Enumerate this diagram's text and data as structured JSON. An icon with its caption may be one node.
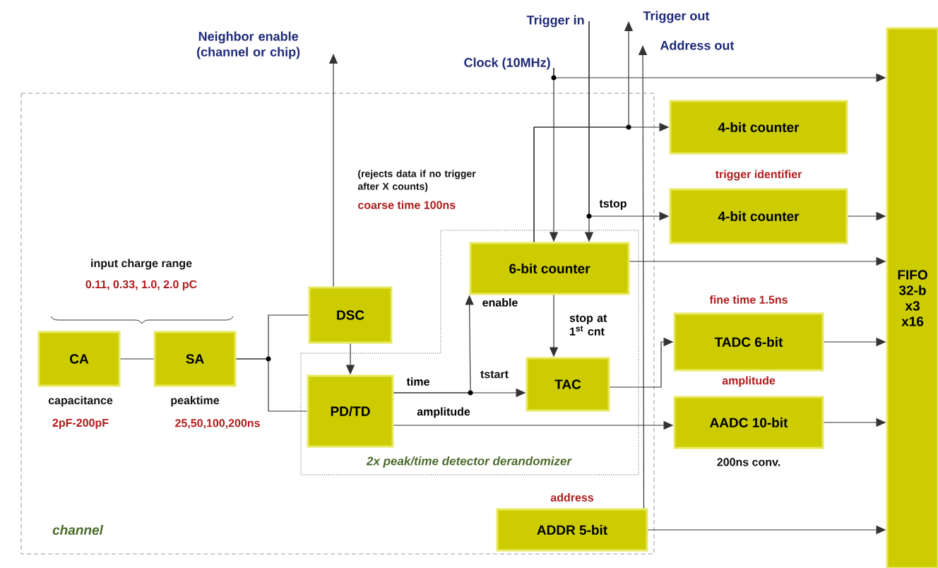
{
  "diagram": {
    "nodes": [
      {
        "text": [
          "Neighbor enable (channel or chip)"
        ]
      },
      {
        "text": [
          "Trigger in"
        ]
      },
      {
        "text": [
          "Trigger out"
        ]
      },
      {
        "text": [
          "Address out"
        ]
      },
      {
        "text": [
          "Clock (10MHz)"
        ]
      },
      {
        "text": [
          "channel"
        ]
      },
      {
        "text": [
          "2x peak/time detector derandomizer"
        ],
        "in": 5
      },
      {
        "text": [
          "4-bit counter"
        ]
      },
      {
        "text": [
          "FIFO 32-b x3 x16"
        ]
      },
      {
        "text": [
          "4-bit counter"
        ],
        "beside": [
          "trigger identifier"
        ]
      },
      {
        "text": [
          "6-bit counter"
        ],
        "in": 6
      },
      {
        "text": [
          "CA"
        ],
        "in": 5,
        "beside": [
          "capacitance",
          "2pF-200pF"
        ]
      },
      {
        "text": [
          "SA"
        ],
        "in": 5,
        "beside": [
          "peaktime",
          "25,50,100,200ns"
        ]
      },
      {
        "text": [
          "DSC"
        ],
        "in": 5
      },
      {
        "text": [
          "TADC 6-bit"
        ],
        "beside": [
          "fine time 1.5ns"
        ]
      },
      {
        "text": [
          "TAC"
        ],
        "in": 6
      },
      {
        "text": [
          "PD/TD"
        ],
        "in": 6
      },
      {
        "text": [
          "AADC 10-bit"
        ],
        "beside": [
          "amplitude",
          "200ns conv."
        ]
      },
      {
        "text": [
          "ADDR 5-bit"
        ],
        "in": 5,
        "beside": [
          "address"
        ]
      }
    ],
    "edges": [
      {
        "from": 11,
        "to": 12,
        "arrow": "none"
      },
      {
        "from": 12,
        "to": 13,
        "arrow": "none"
      },
      {
        "from": 12,
        "to": 16,
        "arrow": "none"
      },
      {
        "from": 13,
        "to": 16,
        "arrow": "to"
      },
      {
        "from": 13,
        "to": 0,
        "arrow": "to"
      },
      {
        "from": 4,
        "to": 8,
        "arrow": "to"
      },
      {
        "from": 4,
        "to": 10,
        "arrow": "to"
      },
      {
        "from": 1,
        "to": 10,
        "arrow": "to"
      },
      {
        "from": 1,
        "to": 9,
        "arrow": "to",
        "label": "tstop"
      },
      {
        "from": 10,
        "to": 7,
        "arrow": "to"
      },
      {
        "from": 10,
        "to": 2,
        "arrow": "to"
      },
      {
        "from": 10,
        "to": 8,
        "arrow": "to"
      },
      {
        "from": 10,
        "to": 15,
        "arrow": "to",
        "label": "stop at 1$^{st}$ cnt"
      },
      {
        "from": 16,
        "to": 15,
        "arrow": "to",
        "label": "time"
      },
      {
        "from": 16,
        "to": 10,
        "arrow": "to",
        "label": "enable"
      },
      {
        "from": 16,
        "to": 17,
        "arrow": "to",
        "label": "amplitude"
      },
      {
        "from": 15,
        "to": 14,
        "arrow": "to"
      },
      {
        "from": 14,
        "to": 8,
        "arrow": "to"
      },
      {
        "from": 17,
        "to": 8,
        "arrow": "to"
      },
      {
        "from": 9,
        "to": 8,
        "arrow": "to"
      },
      {
        "from": 18,
        "to": 8,
        "arrow": "to"
      },
      {
        "from": 18,
        "to": 3,
        "arrow": "to"
      }
    ],
    "labels": [
      "input charge range",
      "0.11, 0.33, 1.0, 2.0 pC",
      "(rejects data if no trigger after X counts)",
      "coarse time 100ns",
      "tstart"
    ]
  }
}
